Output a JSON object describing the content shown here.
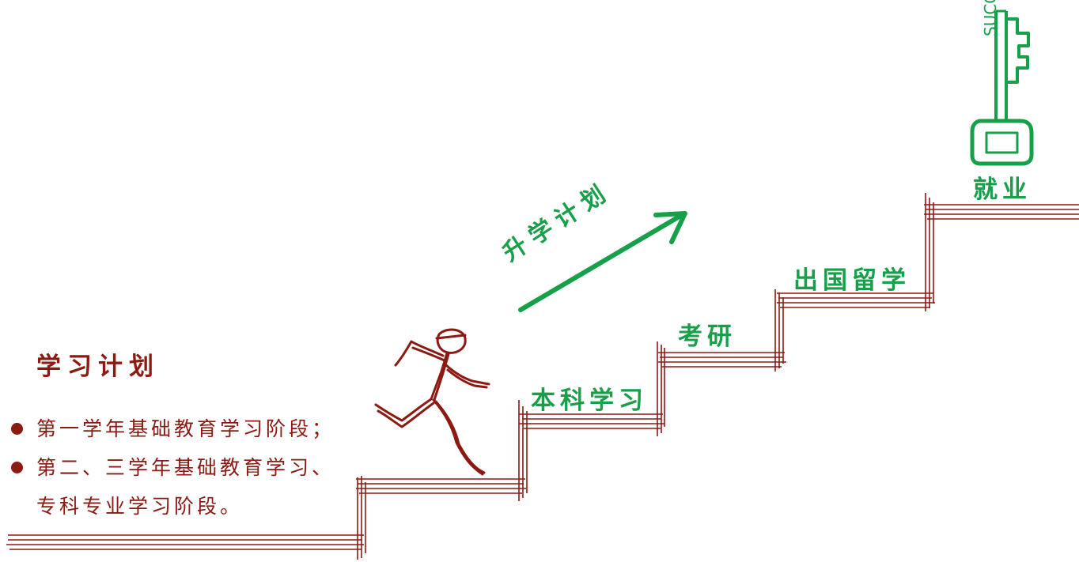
{
  "plan": {
    "title": "学习计划",
    "bullets": [
      {
        "text": "第一学年基础教育学习阶段；"
      },
      {
        "text": "第二、三学年基础教育学习、\n专科专业学习阶段。"
      }
    ]
  },
  "steps": {
    "undergrad": "本科学习",
    "grad_exam": "考研",
    "study_abroad": "出国留学",
    "employment": "就业"
  },
  "advance_label": "升学计划",
  "key_text": "SUCCESS",
  "colors": {
    "dark_red": "#8b1a12",
    "green": "#17a049"
  },
  "icons": [
    "running-figure-icon",
    "arrow-icon",
    "key-icon"
  ]
}
